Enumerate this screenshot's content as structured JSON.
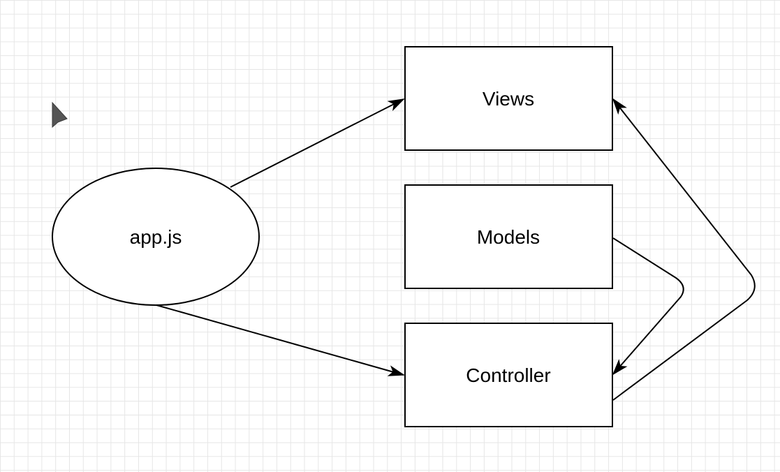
{
  "diagram": {
    "nodes": {
      "app": {
        "label": "app.js",
        "shape": "ellipse"
      },
      "views": {
        "label": "Views",
        "shape": "rectangle"
      },
      "models": {
        "label": "Models",
        "shape": "rectangle"
      },
      "controller": {
        "label": "Controller",
        "shape": "rectangle"
      }
    },
    "edges": [
      {
        "from": "app.js",
        "to": "Views"
      },
      {
        "from": "app.js",
        "to": "Controller"
      },
      {
        "from": "Models",
        "to": "Controller"
      },
      {
        "from": "Controller",
        "to": "Views"
      }
    ]
  },
  "colors": {
    "background": "#ffffff",
    "grid": "#e6e6e6",
    "stroke": "#000000",
    "cursor": "#555555"
  },
  "icons": {
    "cursor": "mouse-pointer-icon"
  }
}
